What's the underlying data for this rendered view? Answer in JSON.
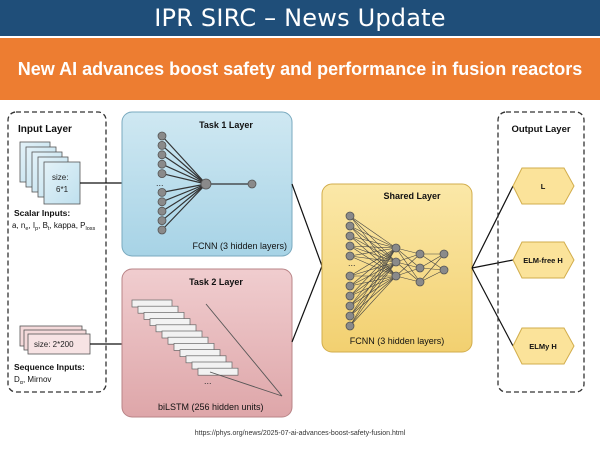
{
  "header": {
    "title": "IPR SIRC – News Update",
    "headline": "New AI advances boost safety and performance in fusion reactors"
  },
  "diagram": {
    "input_layer": {
      "label": "Input Layer",
      "size_label": "size:",
      "size_value": "6*1",
      "scalar_heading": "Scalar Inputs:",
      "scalar_prefix": "a, n",
      "scalar_sub1": "e",
      "scalar_sep1": ", I",
      "scalar_sub2": "p",
      "scalar_sep2": ", B",
      "scalar_sub3": "t",
      "scalar_sep3": ", kappa, P",
      "scalar_sub4": "loss",
      "seq_size": "size: 2*200",
      "seq_heading": "Sequence Inputs:",
      "seq_d": "D",
      "seq_d_sub": "α",
      "seq_rest": ", Mirnov"
    },
    "task1": {
      "label": "Task 1 Layer",
      "caption": "FCNN (3 hidden layers)"
    },
    "task2": {
      "label": "Task 2 Layer",
      "caption": "biLSTM (256 hidden units)"
    },
    "shared": {
      "label": "Shared Layer",
      "caption": "FCNN (3 hidden layers)"
    },
    "output_layer": {
      "label": "Output Layer",
      "outputs": [
        "L",
        "ELM-free H",
        "ELMy H"
      ]
    },
    "ellipsis": "..."
  },
  "source": "https://phys.org/news/2025-07-ai-advances-boost-safety-fusion.html",
  "colors": {
    "title_bar": "#1f4e79",
    "headline_bar": "#ed7d31",
    "task1_fill": "#b9dcea",
    "task2_fill": "#e7b9bb",
    "shared_fill": "#f7dd87",
    "output_fill": "#fbe39a"
  }
}
